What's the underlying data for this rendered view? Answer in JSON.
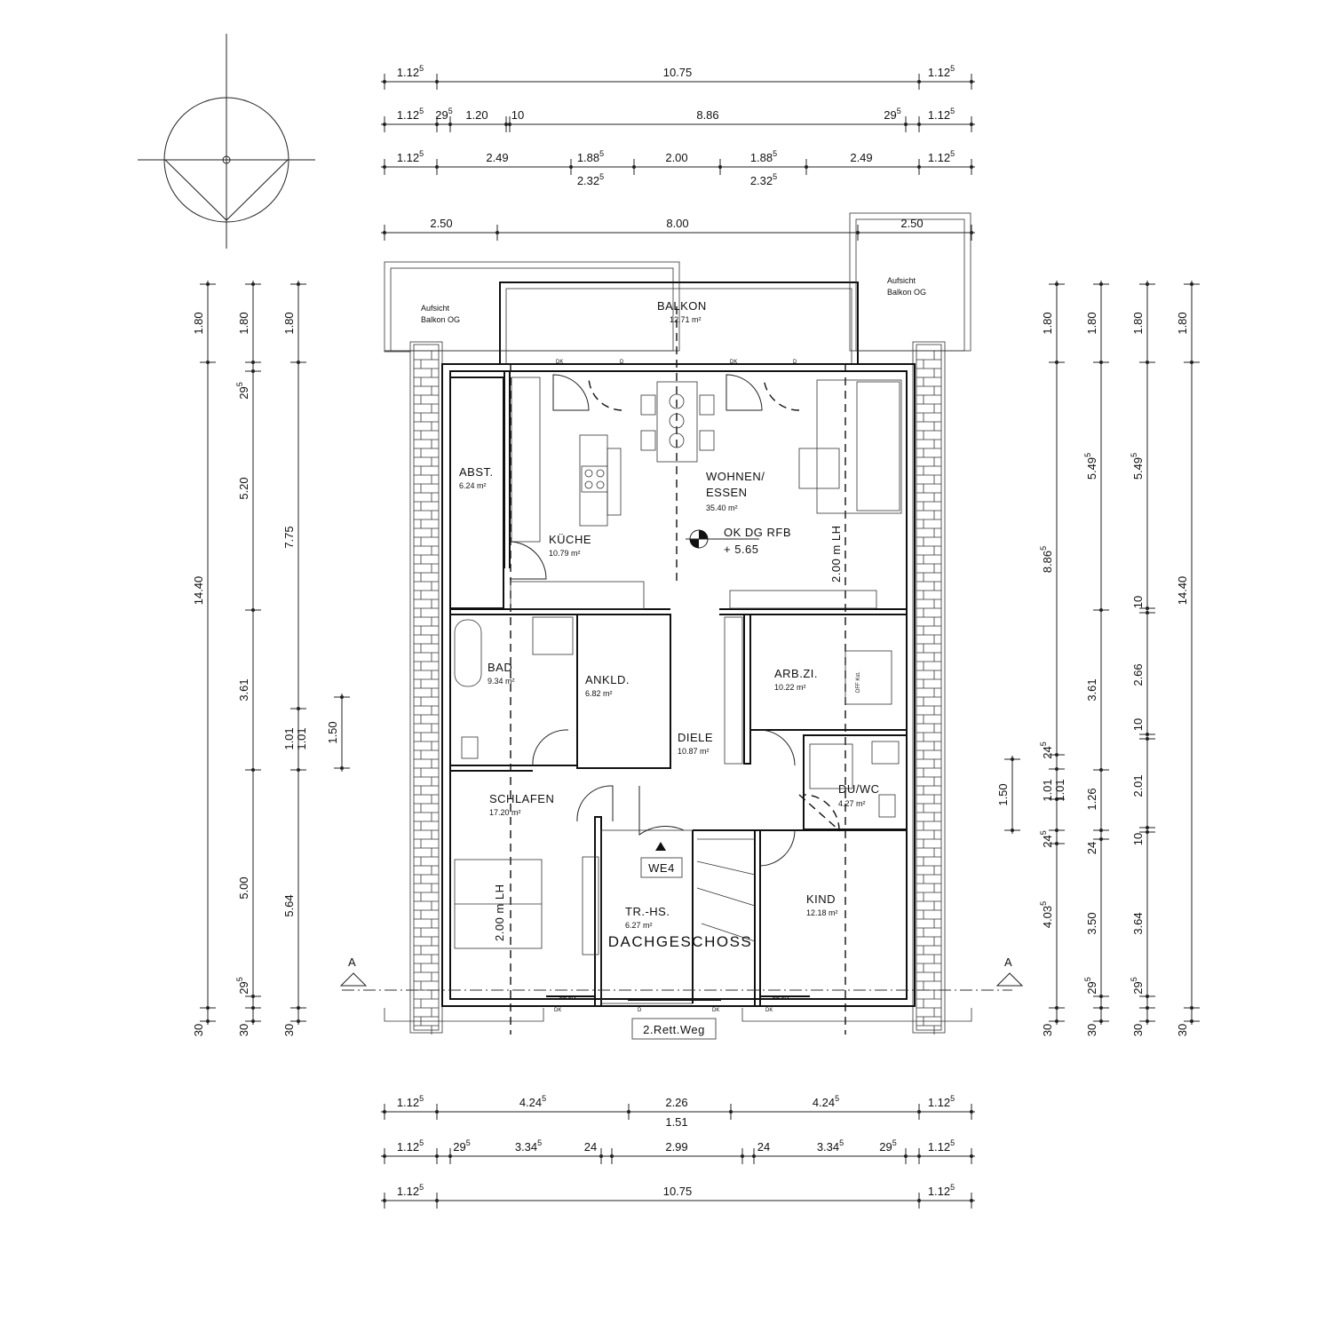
{
  "title": "DACHGESCHOSS",
  "dimensions": {
    "top": [
      [
        {
          "m": "1.12",
          "s": "5"
        },
        {
          "m": "10.75"
        },
        {
          "m": "1.12",
          "s": "5"
        }
      ],
      [
        {
          "m": "1.12",
          "s": "5"
        },
        {
          "m": "29",
          "s": "5"
        },
        {
          "m": "1.20"
        },
        {
          "m": "10"
        },
        {
          "m": "8.86"
        },
        {
          "m": "29",
          "s": "5"
        },
        {
          "m": "1.12",
          "s": "5"
        }
      ],
      [
        {
          "m": "1.12",
          "s": "5"
        },
        {
          "m": "2.49"
        },
        {
          "m": "1.88",
          "s": "5"
        },
        {
          "m": "2.00"
        },
        {
          "m": "1.88",
          "s": "5"
        },
        {
          "m": "2.49"
        },
        {
          "m": "1.12",
          "s": "5"
        },
        {
          "m": "2.32",
          "s": "5"
        },
        {
          "m": "2.32",
          "s": "5"
        }
      ],
      [
        {
          "m": "2.50"
        },
        {
          "m": "8.00"
        },
        {
          "m": "2.50"
        }
      ]
    ],
    "bottom": [
      [
        {
          "m": "1.12",
          "s": "5"
        },
        {
          "m": "4.24",
          "s": "5"
        },
        {
          "m": "2.26"
        },
        {
          "m": "4.24",
          "s": "5"
        },
        {
          "m": "1.12",
          "s": "5"
        },
        {
          "m": "1.51"
        }
      ],
      [
        {
          "m": "1.12",
          "s": "5"
        },
        {
          "m": "29",
          "s": "5"
        },
        {
          "m": "3.34",
          "s": "5"
        },
        {
          "m": "24"
        },
        {
          "m": "2.99"
        },
        {
          "m": "24"
        },
        {
          "m": "3.34",
          "s": "5"
        },
        {
          "m": "29",
          "s": "5"
        },
        {
          "m": "1.12",
          "s": "5"
        }
      ],
      [
        {
          "m": "1.12",
          "s": "5"
        },
        {
          "m": "10.75"
        },
        {
          "m": "1.12",
          "s": "5"
        }
      ]
    ],
    "left": [
      [
        {
          "m": "1.80"
        },
        {
          "m": "14.40"
        },
        {
          "m": "30"
        }
      ],
      [
        {
          "m": "1.80"
        },
        {
          "m": "29",
          "s": "5"
        },
        {
          "m": "5.20"
        },
        {
          "m": "3.61"
        },
        {
          "m": "5.00"
        },
        {
          "m": "29",
          "s": "5"
        },
        {
          "m": "30"
        }
      ],
      [
        {
          "m": "1.80"
        },
        {
          "m": "7.75"
        },
        {
          "m": "1.01"
        },
        {
          "m": "1.01"
        },
        {
          "m": "5.64"
        },
        {
          "m": "30"
        }
      ],
      [
        {
          "m": "1.50"
        }
      ]
    ],
    "right": [
      [
        {
          "m": "1.50"
        }
      ],
      [
        {
          "m": "1.80"
        },
        {
          "m": "8.86",
          "s": "5"
        },
        {
          "m": "24",
          "s": "5"
        },
        {
          "m": "1.01"
        },
        {
          "m": "1.01"
        },
        {
          "m": "24",
          "s": "5"
        },
        {
          "m": "4.03",
          "s": "5"
        },
        {
          "m": "30"
        }
      ],
      [
        {
          "m": "1.80"
        },
        {
          "m": "5.49",
          "s": "5"
        },
        {
          "m": "3.61"
        },
        {
          "m": "1.26"
        },
        {
          "m": "24"
        },
        {
          "m": "3.50"
        },
        {
          "m": "29",
          "s": "5"
        },
        {
          "m": "30"
        }
      ],
      [
        {
          "m": "1.80"
        },
        {
          "m": "5.49",
          "s": "5"
        },
        {
          "m": "10"
        },
        {
          "m": "2.66"
        },
        {
          "m": "10"
        },
        {
          "m": "2.01"
        },
        {
          "m": "10"
        },
        {
          "m": "3.64"
        },
        {
          "m": "29",
          "s": "5"
        },
        {
          "m": "30"
        }
      ],
      [
        {
          "m": "1.80"
        },
        {
          "m": "14.40"
        },
        {
          "m": "30"
        }
      ]
    ]
  },
  "rooms": {
    "balkon": {
      "name": "BALKON",
      "area": "12.71 m²"
    },
    "abst": {
      "name": "ABST.",
      "area": "6.24 m²"
    },
    "kueche": {
      "name": "KÜCHE",
      "area": "10.79 m²"
    },
    "wohnen": {
      "name1": "WOHNEN/",
      "name2": "ESSEN",
      "area": "35.40 m²"
    },
    "bad": {
      "name": "BAD",
      "area": "9.34 m²"
    },
    "ankld": {
      "name": "ANKLD.",
      "area": "6.82 m²"
    },
    "diele": {
      "name": "DIELE",
      "area": "10.87 m²"
    },
    "arbzi": {
      "name": "ARB.ZI.",
      "area": "10.22 m²"
    },
    "duwc": {
      "name": "DU/WC",
      "area": "4.27 m²"
    },
    "schlafen": {
      "name": "SCHLAFEN",
      "area": "17.20 m²"
    },
    "trhs": {
      "name": "TR.-HS.",
      "area": "6.27 m²"
    },
    "kind": {
      "name": "KIND",
      "area": "12.18 m²"
    }
  },
  "annotations": {
    "aufsicht": "Aufsicht",
    "balkon_og": "Balkon OG",
    "level_label": "OK DG RFB",
    "level_value": "+ 5.65",
    "clear_height": "2.00 m LH",
    "unit": "WE4",
    "escape_route": "2.Rett.Weg",
    "section": "A",
    "dk": "DK",
    "d": "D",
    "br_fix": "BR FIX",
    "dff": "DFF Kst."
  }
}
